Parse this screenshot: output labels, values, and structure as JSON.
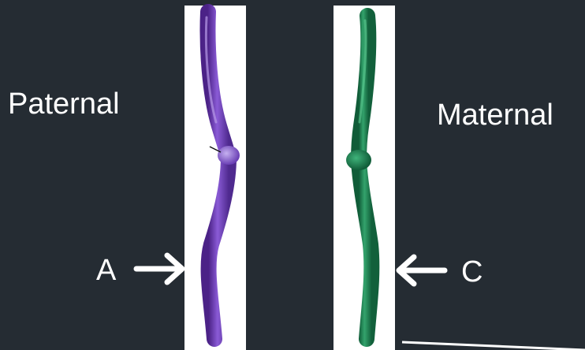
{
  "labels": {
    "paternal": "Paternal",
    "maternal": "Maternal",
    "a": "A",
    "c": "C"
  },
  "colors": {
    "background": "#252c33",
    "paternal_chromosome": "#6a36b0",
    "maternal_chromosome": "#1f7a50",
    "arrow": "#ffffff"
  }
}
